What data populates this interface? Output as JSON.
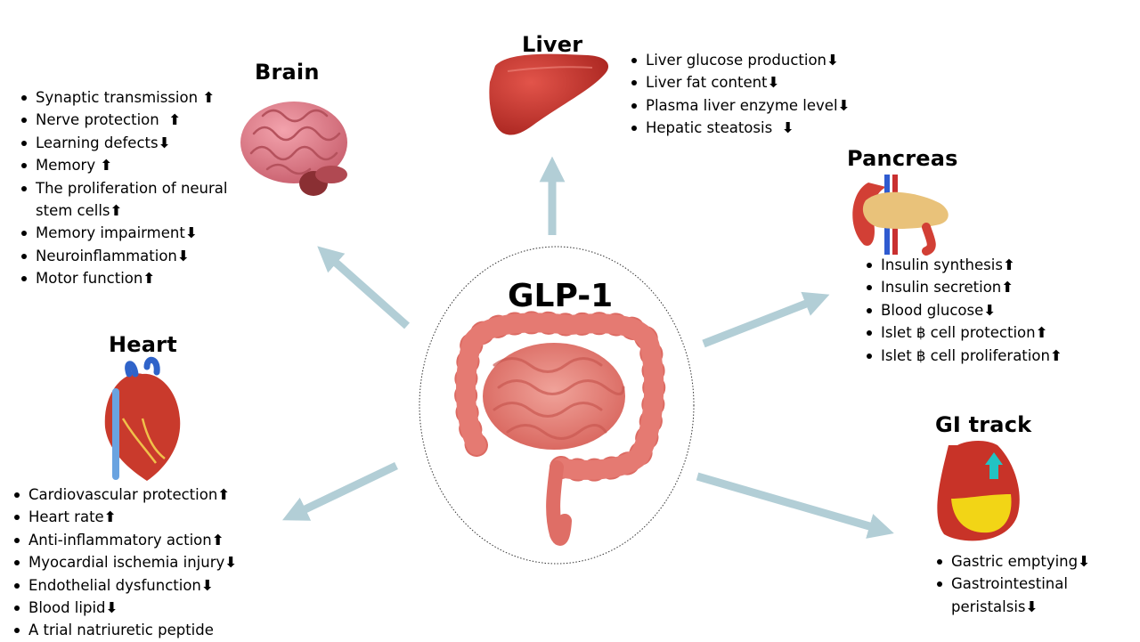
{
  "center": {
    "title": "GLP-1"
  },
  "organs": {
    "liver": {
      "title": "Liver",
      "effects": [
        {
          "text": "Liver glucose production",
          "dir": "⬇"
        },
        {
          "text": "Liver fat content",
          "dir": "⬇"
        },
        {
          "text": "Plasma liver enzyme level",
          "dir": "⬇"
        },
        {
          "text": "Hepatic steatosis  ",
          "dir": "⬇"
        }
      ]
    },
    "brain": {
      "title": "Brain",
      "effects": [
        {
          "text": "Synaptic transmission ",
          "dir": "⬆"
        },
        {
          "text": "Nerve protection  ",
          "dir": "⬆"
        },
        {
          "text": "Learning defects",
          "dir": "⬇"
        },
        {
          "text": "Memory ",
          "dir": "⬆"
        },
        {
          "text": "The proliferation of neural stem cells",
          "dir": "⬆"
        },
        {
          "text": "Memory impairment",
          "dir": "⬇"
        },
        {
          "text": "Neuroinflammation",
          "dir": "⬇"
        },
        {
          "text": "Motor function",
          "dir": "⬆"
        }
      ]
    },
    "pancreas": {
      "title": "Pancreas",
      "effects": [
        {
          "text": "Insulin synthesis",
          "dir": "⬆"
        },
        {
          "text": "Insulin secretion",
          "dir": "⬆"
        },
        {
          "text": "Blood glucose",
          "dir": "⬇"
        },
        {
          "text": "Islet ฿ cell protection",
          "dir": "⬆"
        },
        {
          "text": "Islet ฿ cell proliferation",
          "dir": "⬆"
        }
      ]
    },
    "heart": {
      "title": "Heart",
      "effects": [
        {
          "text": "Cardiovascular protection",
          "dir": "⬆"
        },
        {
          "text": "Heart rate",
          "dir": "⬆"
        },
        {
          "text": "Anti-inflammatory action",
          "dir": "⬆"
        },
        {
          "text": "Myocardial ischemia injury",
          "dir": "⬇"
        },
        {
          "text": "Endothelial dysfunction",
          "dir": "⬇"
        },
        {
          "text": "Blood lipid",
          "dir": "⬇"
        },
        {
          "text": "A trial natriuretic peptide",
          "dir": ""
        }
      ]
    },
    "gi": {
      "title": "GI track",
      "effects": [
        {
          "text": "Gastric emptying",
          "dir": "⬇"
        },
        {
          "text": "Gastrointestinal peristalsis",
          "dir": "⬇"
        }
      ]
    }
  },
  "colors": {
    "arrow": "#b2ced6",
    "organ_red": "#d9534f",
    "intestine": "#e0706a",
    "pancreas_yellow": "#e9c27a",
    "stomach_yellow": "#f2d516"
  }
}
